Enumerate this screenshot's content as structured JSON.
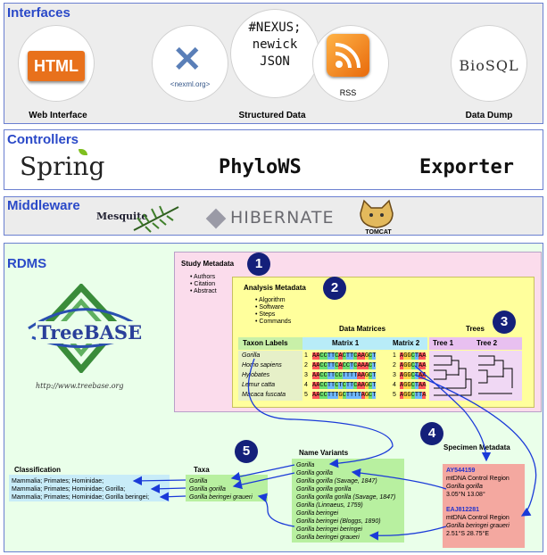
{
  "interfaces": {
    "title": "Interfaces",
    "html_badge": "HTML",
    "nexml_logo": "<nexml.org>",
    "formats": [
      "#NEXUS;",
      "newick",
      "JSON"
    ],
    "rss_label": "RSS",
    "biosql_logo": "BioSQL",
    "captions": {
      "web": "Web Interface",
      "structured": "Structured Data",
      "dump": "Data Dump"
    }
  },
  "controllers": {
    "title": "Controllers",
    "items": [
      "Spring",
      "PhyloWS",
      "Exporter"
    ]
  },
  "middleware": {
    "title": "Middleware",
    "items": [
      "Mesquite",
      "HIBERNATE",
      "TOMCAT"
    ]
  },
  "rdms": {
    "title": "RDMS",
    "treebase_logo": "TreeBASE",
    "treebase_url": "http://www.treebase.org",
    "numbers": [
      "1",
      "2",
      "3",
      "4",
      "5"
    ],
    "study": {
      "title": "Study Metadata",
      "items": [
        "Authors",
        "Citation",
        "Abstract"
      ]
    },
    "analysis": {
      "title": "Analysis Metadata",
      "items": [
        "Algorithm",
        "Software",
        "Steps",
        "Commands"
      ]
    },
    "data_matrices_label": "Data Matrices",
    "trees_label": "Trees",
    "columns": {
      "taxon": "Taxon Labels",
      "matrix1": "Matrix 1",
      "matrix2": "Matrix 2",
      "tree1": "Tree 1",
      "tree2": "Tree 2"
    },
    "taxa_rows": [
      {
        "n": "1",
        "name": "Gorilla",
        "m1": "AACCTTCACTTCAAGCT",
        "m2": "AGGCTAA"
      },
      {
        "n": "2",
        "name": "Homo sapiens",
        "m1": "AACCTTCACCTCAAACT",
        "m2": "AGGCTAA"
      },
      {
        "n": "3",
        "name": "Hylobates",
        "m1": "AACCTTCCTTTTAAGCT",
        "m2": "AGGCTAA"
      },
      {
        "n": "4",
        "name": "Lemur catta",
        "m1": "AACCTTCTCTTCAAGCT",
        "m2": "AGGCTAA"
      },
      {
        "n": "5",
        "name": "Macaca fuscata",
        "m1": "AACCTTTGCTTTTAGCT",
        "m2": "AGGCTTA"
      }
    ],
    "name_variants": {
      "title": "Name Variants",
      "items": [
        "Gorilla",
        "Gorilla gorilla",
        "Gorilla gorilla (Savage, 1847)",
        "Gorilla gorilla gorilla",
        "Gorilla gorilla gorilla (Savage, 1847)",
        "Gorilla (Linnaeus, 1759)",
        "Gorilla beringei",
        "Gorilla beringei (Bloggs, 1890)",
        "Gorilla beringei beringei",
        "Gorilla beringei graueri"
      ]
    },
    "taxa": {
      "title": "Taxa",
      "items": [
        "Gorilla",
        "Gorilla gorilla",
        "Gorilla beringei graueri"
      ]
    },
    "classification": {
      "title": "Classification",
      "items": [
        "Mammalia; Primates; Hominidae;",
        "Mammalia; Primates; Hominidae; Gorilla;",
        "Mammalia; Primates; Hominidae; Gorilla beringei;"
      ]
    },
    "specimen": {
      "title": "Specimen Metadata",
      "records": [
        {
          "id": "AY544159",
          "region": "mtDNA Control Region",
          "taxon": "Gorilla gorilla",
          "coords": "3.05°N 13.08°"
        },
        {
          "id": "EAJ812281",
          "region": "mtDNA Control Region",
          "taxon": "Gorilla beringei graueri",
          "coords": "2.51°S 28.75°E"
        }
      ]
    }
  },
  "colors": {
    "accent": "#2a49c8",
    "arrow": "#1a3ad8",
    "number_circle": "#14207a"
  }
}
